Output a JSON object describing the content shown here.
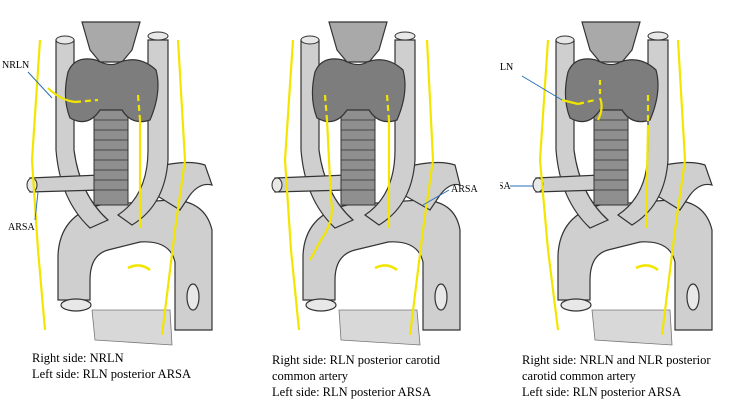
{
  "panels": [
    {
      "id": "panel-1",
      "labels": [
        "NRLN",
        "ARSA"
      ],
      "caption": [
        "Right side: NRLN",
        "Left side: RLN posterior ARSA"
      ]
    },
    {
      "id": "panel-2",
      "labels": [
        "ARSA"
      ],
      "caption": [
        "Right side: RLN posterior carotid",
        "common artery",
        "Left side: RLN posterior ARSA"
      ]
    },
    {
      "id": "panel-3",
      "labels": [
        "NRLN",
        "ARSA"
      ],
      "caption": [
        "Right side: NRLN and NLR posterior",
        "carotid common artery",
        "Left side: RLN posterior ARSA"
      ]
    }
  ],
  "colors": {
    "vessel_fill": "#cfcfcf",
    "vessel_stroke": "#333333",
    "thyroid_fill": "#7d7d7d",
    "larynx_fill": "#a9a9a9",
    "trachea_fill": "#8f8f8f",
    "nerve": "#f2e600",
    "pointer_line": "#2a6fb8"
  }
}
